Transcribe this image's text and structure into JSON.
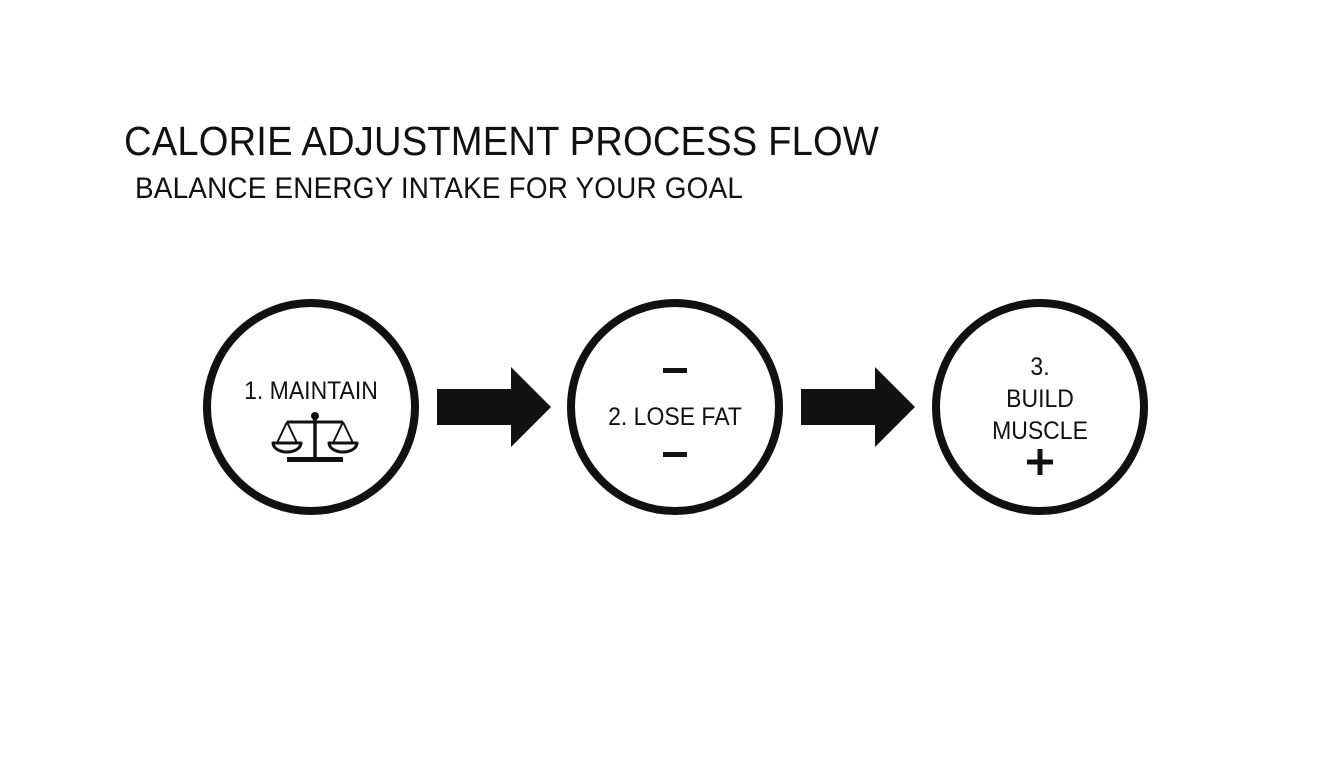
{
  "title": "CALORIE ADJUSTMENT PROCESS FLOW",
  "subtitle": "BALANCE ENERGY INTAKE FOR YOUR GOAL",
  "steps": [
    {
      "label": "1. MAINTAIN",
      "icon": "balance-scale-icon"
    },
    {
      "label": "2. LOSE FAT",
      "icon": "minus-icon"
    },
    {
      "label_line1": "3.",
      "label_line2": "BUILD",
      "label_line3": "MUSCLE",
      "icon": "plus-icon"
    }
  ],
  "connectors": [
    "arrow-right-icon",
    "arrow-right-icon"
  ],
  "colors": {
    "stroke": "#111111",
    "background": "#ffffff"
  }
}
